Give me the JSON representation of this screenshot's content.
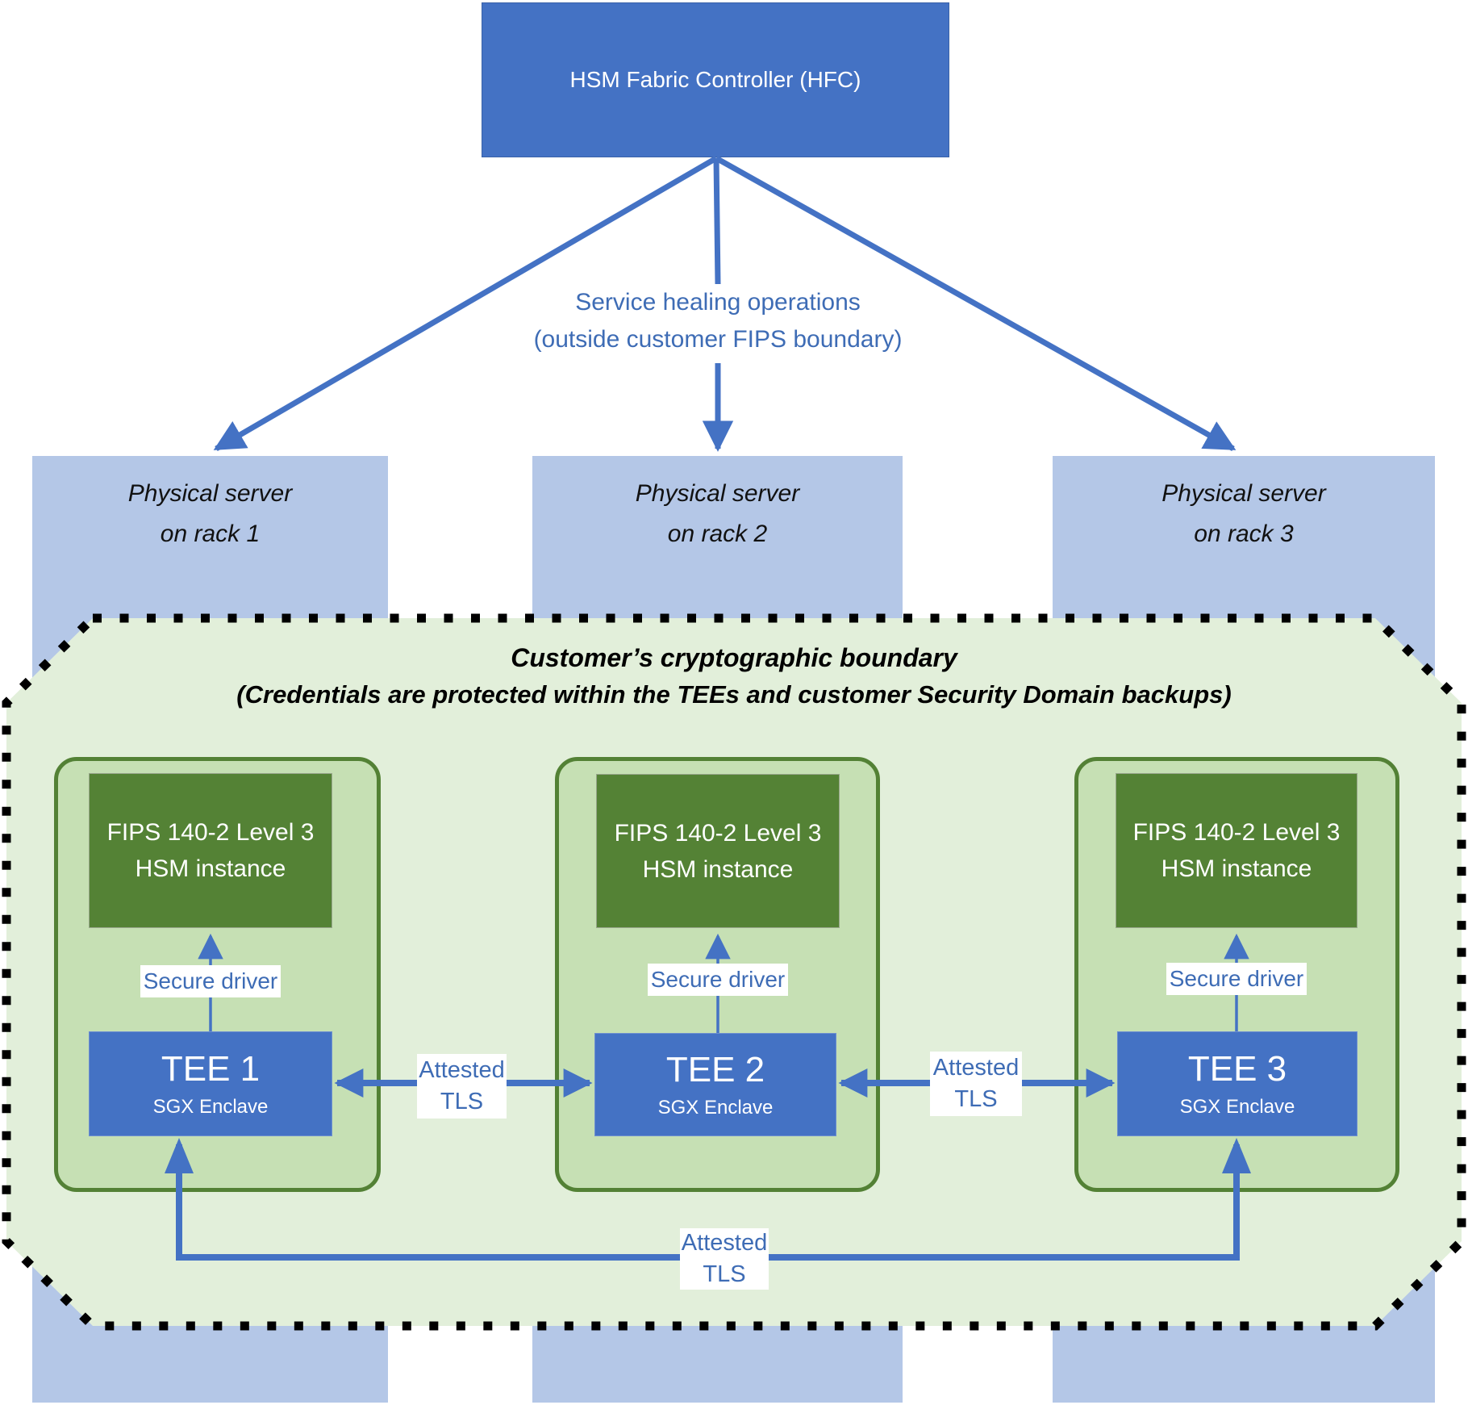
{
  "title_box": {
    "label": "HSM Fabric Controller (HFC)"
  },
  "service_healing": {
    "line1": "Service healing operations",
    "line2": "(outside customer FIPS boundary)"
  },
  "racks": [
    {
      "line1": "Physical server",
      "line2": "on rack 1"
    },
    {
      "line1": "Physical server",
      "line2": "on rack 2"
    },
    {
      "line1": "Physical server",
      "line2": "on rack 3"
    }
  ],
  "boundary": {
    "title": "Customer’s cryptographic boundary",
    "subtitle": "(Credentials are protected within the TEEs and customer Security Domain backups)"
  },
  "nodes": [
    {
      "hsm_line1": "FIPS 140-2 Level 3",
      "hsm_line2": "HSM instance",
      "driver_label": "Secure driver",
      "tee_title": "TEE 1",
      "tee_subtitle": "SGX Enclave"
    },
    {
      "hsm_line1": "FIPS 140-2 Level 3",
      "hsm_line2": "HSM instance",
      "driver_label": "Secure driver",
      "tee_title": "TEE 2",
      "tee_subtitle": "SGX Enclave"
    },
    {
      "hsm_line1": "FIPS 140-2 Level 3",
      "hsm_line2": "HSM instance",
      "driver_label": "Secure driver",
      "tee_title": "TEE 3",
      "tee_subtitle": "SGX Enclave"
    }
  ],
  "links": [
    {
      "line1": "Attested",
      "line2": "TLS"
    },
    {
      "line1": "Attested",
      "line2": "TLS"
    },
    {
      "line1": "Attested",
      "line2": "TLS"
    }
  ],
  "colors": {
    "node_blue": "#4472C4",
    "rack_blue": "#B4C7E7",
    "boundary_green": "#E2EFDA",
    "container_green": "#C6E0B4",
    "dark_green": "#538135",
    "text_blue": "#3E6CB5",
    "dot_black": "#000000"
  }
}
